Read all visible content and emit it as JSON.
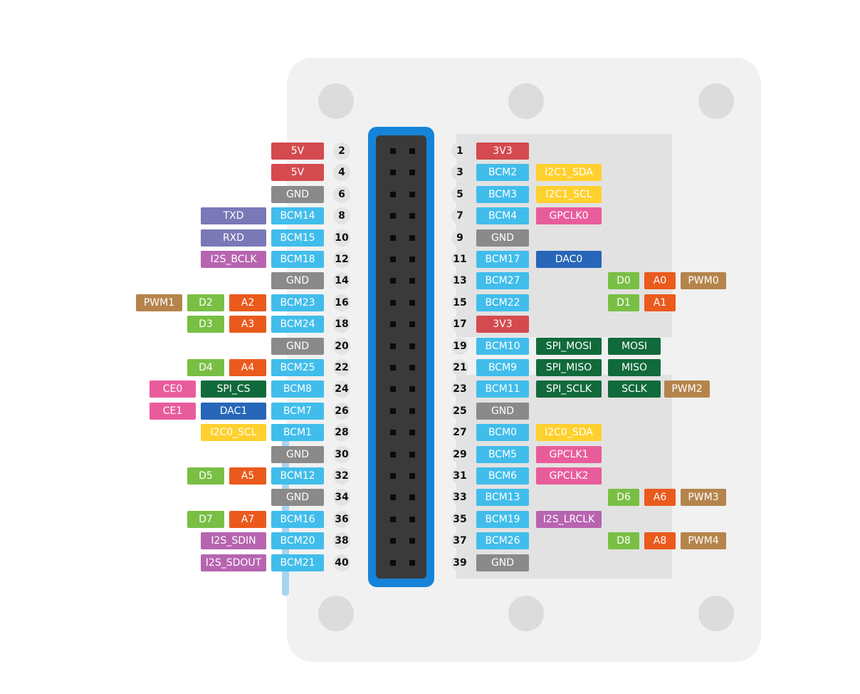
{
  "colors": {
    "power": "#d44a4f",
    "ground": "#8a8a8a",
    "bcm": "#41bdeb",
    "i2c": "#ffd02e",
    "gpclk": "#e95c9c",
    "dac": "#2766b8",
    "uart": "#7b78b8",
    "i2s": "#b764b0",
    "spi": "#116a3b",
    "pwm": "#b5844c",
    "digital": "#79bf44",
    "analog": "#ea5a1c"
  },
  "left_pins": [
    {
      "num": "2",
      "labels": [
        {
          "text": "5V",
          "kind": "power"
        }
      ]
    },
    {
      "num": "4",
      "labels": [
        {
          "text": "5V",
          "kind": "power"
        }
      ]
    },
    {
      "num": "6",
      "labels": [
        {
          "text": "GND",
          "kind": "ground"
        }
      ]
    },
    {
      "num": "8",
      "labels": [
        {
          "text": "BCM14",
          "kind": "bcm"
        },
        {
          "text": "TXD",
          "kind": "uart"
        }
      ]
    },
    {
      "num": "10",
      "labels": [
        {
          "text": "BCM15",
          "kind": "bcm"
        },
        {
          "text": "RXD",
          "kind": "uart"
        }
      ]
    },
    {
      "num": "12",
      "labels": [
        {
          "text": "BCM18",
          "kind": "bcm"
        },
        {
          "text": "I2S_BCLK",
          "kind": "i2s"
        }
      ]
    },
    {
      "num": "14",
      "labels": [
        {
          "text": "GND",
          "kind": "ground"
        }
      ]
    },
    {
      "num": "16",
      "labels": [
        {
          "text": "BCM23",
          "kind": "bcm"
        },
        {
          "text": "A2",
          "kind": "analog"
        },
        {
          "text": "D2",
          "kind": "digital"
        },
        {
          "text": "PWM1",
          "kind": "pwm"
        }
      ]
    },
    {
      "num": "18",
      "labels": [
        {
          "text": "BCM24",
          "kind": "bcm"
        },
        {
          "text": "A3",
          "kind": "analog"
        },
        {
          "text": "D3",
          "kind": "digital"
        }
      ]
    },
    {
      "num": "20",
      "labels": [
        {
          "text": "GND",
          "kind": "ground"
        }
      ]
    },
    {
      "num": "22",
      "labels": [
        {
          "text": "BCM25",
          "kind": "bcm"
        },
        {
          "text": "A4",
          "kind": "analog"
        },
        {
          "text": "D4",
          "kind": "digital"
        }
      ]
    },
    {
      "num": "24",
      "labels": [
        {
          "text": "BCM8",
          "kind": "bcm"
        },
        {
          "text": "SPI_CS",
          "kind": "spi"
        },
        {
          "text": "CE0",
          "kind": "gpclk"
        }
      ]
    },
    {
      "num": "26",
      "labels": [
        {
          "text": "BCM7",
          "kind": "bcm"
        },
        {
          "text": "DAC1",
          "kind": "dac"
        },
        {
          "text": "CE1",
          "kind": "gpclk"
        }
      ]
    },
    {
      "num": "28",
      "labels": [
        {
          "text": "BCM1",
          "kind": "bcm"
        },
        {
          "text": "I2C0_SCL",
          "kind": "i2c"
        }
      ]
    },
    {
      "num": "30",
      "labels": [
        {
          "text": "GND",
          "kind": "ground"
        }
      ]
    },
    {
      "num": "32",
      "labels": [
        {
          "text": "BCM12",
          "kind": "bcm"
        },
        {
          "text": "A5",
          "kind": "analog"
        },
        {
          "text": "D5",
          "kind": "digital"
        }
      ]
    },
    {
      "num": "34",
      "labels": [
        {
          "text": "GND",
          "kind": "ground"
        }
      ]
    },
    {
      "num": "36",
      "labels": [
        {
          "text": "BCM16",
          "kind": "bcm"
        },
        {
          "text": "A7",
          "kind": "analog"
        },
        {
          "text": "D7",
          "kind": "digital"
        }
      ]
    },
    {
      "num": "38",
      "labels": [
        {
          "text": "BCM20",
          "kind": "bcm"
        },
        {
          "text": "I2S_SDIN",
          "kind": "i2s"
        }
      ]
    },
    {
      "num": "40",
      "labels": [
        {
          "text": "BCM21",
          "kind": "bcm"
        },
        {
          "text": "I2S_SDOUT",
          "kind": "i2s"
        }
      ]
    }
  ],
  "right_pins": [
    {
      "num": "1",
      "labels": [
        {
          "text": "3V3",
          "kind": "power"
        }
      ]
    },
    {
      "num": "3",
      "labels": [
        {
          "text": "BCM2",
          "kind": "bcm"
        },
        {
          "text": "I2C1_SDA",
          "kind": "i2c"
        }
      ]
    },
    {
      "num": "5",
      "labels": [
        {
          "text": "BCM3",
          "kind": "bcm"
        },
        {
          "text": "I2C1_SCL",
          "kind": "i2c"
        }
      ]
    },
    {
      "num": "7",
      "labels": [
        {
          "text": "BCM4",
          "kind": "bcm"
        },
        {
          "text": "GPCLK0",
          "kind": "gpclk"
        }
      ]
    },
    {
      "num": "9",
      "labels": [
        {
          "text": "GND",
          "kind": "ground"
        }
      ]
    },
    {
      "num": "11",
      "labels": [
        {
          "text": "BCM17",
          "kind": "bcm"
        },
        {
          "text": "DAC0",
          "kind": "dac"
        }
      ]
    },
    {
      "num": "13",
      "labels": [
        {
          "text": "BCM27",
          "kind": "bcm"
        },
        {
          "text": "D0",
          "kind": "digital"
        },
        {
          "text": "A0",
          "kind": "analog"
        },
        {
          "text": "PWM0",
          "kind": "pwm"
        }
      ]
    },
    {
      "num": "15",
      "labels": [
        {
          "text": "BCM22",
          "kind": "bcm"
        },
        {
          "text": "D1",
          "kind": "digital"
        },
        {
          "text": "A1",
          "kind": "analog"
        }
      ]
    },
    {
      "num": "17",
      "labels": [
        {
          "text": "3V3",
          "kind": "power"
        }
      ]
    },
    {
      "num": "19",
      "labels": [
        {
          "text": "BCM10",
          "kind": "bcm"
        },
        {
          "text": "SPI_MOSI",
          "kind": "spi"
        },
        {
          "text": "MOSI",
          "kind": "spi"
        }
      ]
    },
    {
      "num": "21",
      "labels": [
        {
          "text": "BCM9",
          "kind": "bcm"
        },
        {
          "text": "SPI_MISO",
          "kind": "spi"
        },
        {
          "text": "MISO",
          "kind": "spi"
        }
      ]
    },
    {
      "num": "23",
      "labels": [
        {
          "text": "BCM11",
          "kind": "bcm"
        },
        {
          "text": "SPI_SCLK",
          "kind": "spi"
        },
        {
          "text": "SCLK",
          "kind": "spi"
        },
        {
          "text": "PWM2",
          "kind": "pwm"
        }
      ]
    },
    {
      "num": "25",
      "labels": [
        {
          "text": "GND",
          "kind": "ground"
        }
      ]
    },
    {
      "num": "27",
      "labels": [
        {
          "text": "BCM0",
          "kind": "bcm"
        },
        {
          "text": "I2C0_SDA",
          "kind": "i2c"
        }
      ]
    },
    {
      "num": "29",
      "labels": [
        {
          "text": "BCM5",
          "kind": "bcm"
        },
        {
          "text": "GPCLK1",
          "kind": "gpclk"
        }
      ]
    },
    {
      "num": "31",
      "labels": [
        {
          "text": "BCM6",
          "kind": "bcm"
        },
        {
          "text": "GPCLK2",
          "kind": "gpclk"
        }
      ]
    },
    {
      "num": "33",
      "labels": [
        {
          "text": "BCM13",
          "kind": "bcm"
        },
        {
          "text": "D6",
          "kind": "digital"
        },
        {
          "text": "A6",
          "kind": "analog"
        },
        {
          "text": "PWM3",
          "kind": "pwm"
        }
      ]
    },
    {
      "num": "35",
      "labels": [
        {
          "text": "BCM19",
          "kind": "bcm"
        },
        {
          "text": "I2S_LRCLK",
          "kind": "i2s"
        }
      ]
    },
    {
      "num": "37",
      "labels": [
        {
          "text": "BCM26",
          "kind": "bcm"
        },
        {
          "text": "D8",
          "kind": "digital"
        },
        {
          "text": "A8",
          "kind": "analog"
        },
        {
          "text": "PWM4",
          "kind": "pwm"
        }
      ]
    },
    {
      "num": "39",
      "labels": [
        {
          "text": "GND",
          "kind": "ground"
        }
      ]
    }
  ]
}
